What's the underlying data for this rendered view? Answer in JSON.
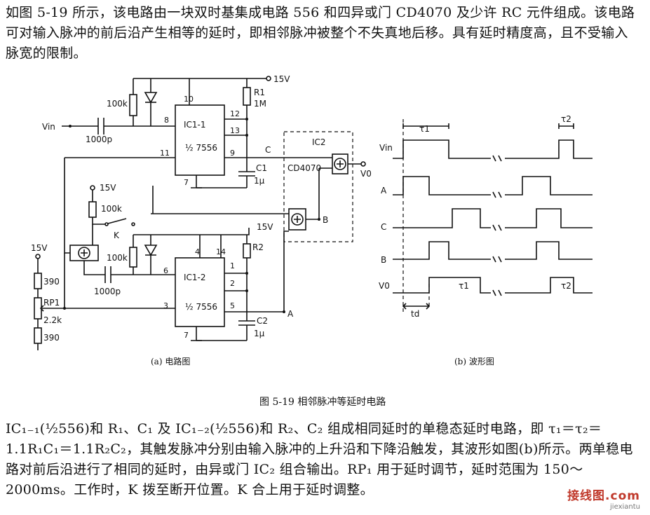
{
  "text": {
    "paragraph_top": "如图 5-19 所示，该电路由一块双时基集成电路 556 和四异或门 CD4070 及少许 RC 元件组成。该电路可对输入脉冲的前后沿产生相等的延时，即相邻脉冲被整个不失真地后移。具有延时精度高，且不受输入脉宽的限制。",
    "paragraph_bottom": "IC₁₋₁(½556)和 R₁、C₁ 及 IC₁₋₂(½556)和 R₂、C₂ 组成相同延时的单稳态延时电路，即 τ₁＝τ₂＝1.1R₁C₁＝1.1R₂C₂，其触发脉冲分别由输入脉冲的上升沿和下降沿触发，其波形如图(b)所示。两单稳电路对前后沿进行了相同的延时，由异或门 IC₂ 组合输出。RP₁ 用于延时调节，延时范围为 150～2000ms。工作时，K 拨至断开位置。K 合上用于延时调整。"
  },
  "figure": {
    "title": "图 5-19    相邻脉冲等延时电路",
    "caption_a": "(a)  电路图",
    "caption_b": "(b)  波形图",
    "circuit": {
      "vin": "Vin",
      "c_in_top": "1000p",
      "c_in_bottom": "1000p",
      "r100k_top": "100k",
      "r100k_mid": "100k",
      "r100k_bottom": "100k",
      "supply_top": "15V",
      "supply_mid": "15V",
      "supply_k": "15V",
      "supply_left": "15V",
      "r1": "R1",
      "r1_val": "1M",
      "r2": "R2",
      "ic11": "IC1-1",
      "ic11_type": "½ 7556",
      "ic12": "IC1-2",
      "ic12_type": "½ 7556",
      "ic2": "IC2",
      "ic2_type": "CD4070",
      "c1": "C1",
      "c1_val": "1μ",
      "c2": "C2",
      "c2_val": "1μ",
      "node_c": "C",
      "node_b": "B",
      "node_a": "A",
      "vo": "V0",
      "switch_k": "K",
      "r390_top": "390",
      "r390_bottom": "390",
      "rp1": "RP1",
      "rp1_val": "2.2k",
      "pins_ic11": [
        "10",
        "8",
        "11",
        "12",
        "13",
        "9",
        "7"
      ],
      "pins_ic12": [
        "4",
        "14",
        "6",
        "3",
        "1",
        "2",
        "5",
        "7"
      ]
    },
    "waveform": {
      "signals": [
        "Vin",
        "A",
        "C",
        "B",
        "V0"
      ],
      "tau1": "τ1",
      "tau2": "τ2",
      "td": "td"
    }
  },
  "watermark": {
    "main": "接线图.com",
    "sub": "jiexiantu"
  }
}
